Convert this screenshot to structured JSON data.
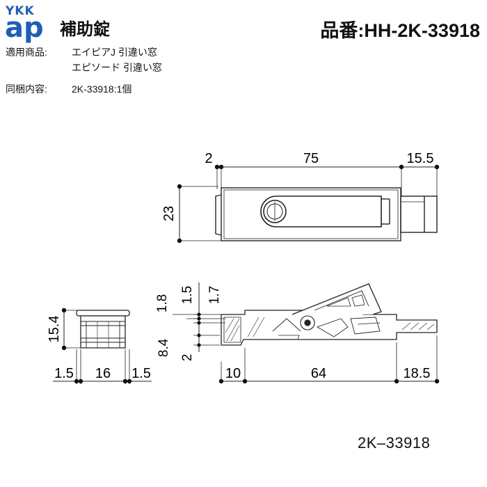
{
  "brand": {
    "logo_top": "YKK",
    "logo_bottom": "ap",
    "logo_color": "#1d5fb5"
  },
  "header": {
    "product_name": "補助錠",
    "part_number": "品番:HH-2K-33918"
  },
  "info": {
    "applicable_label": "適用商品:",
    "applicable_items": [
      "エイピアJ 引違い窓",
      "エピソード 引違い窓"
    ],
    "contents_label": "同梱内容:",
    "contents_value": "2K-33918:1個"
  },
  "dimensions": {
    "top_view": {
      "d1": "2",
      "d2": "75",
      "d3": "15.5",
      "height": "23"
    },
    "side_view": {
      "h1": "1.8",
      "h2": "1.5",
      "h3": "1.7",
      "h4": "8.4",
      "h5": "2",
      "w1": "10",
      "w2": "64",
      "w3": "18.5"
    },
    "end_view": {
      "height": "15.4",
      "w1": "1.5",
      "w2": "16",
      "w3": "1.5"
    }
  },
  "footer": {
    "drawing_code": "2K–33918"
  }
}
